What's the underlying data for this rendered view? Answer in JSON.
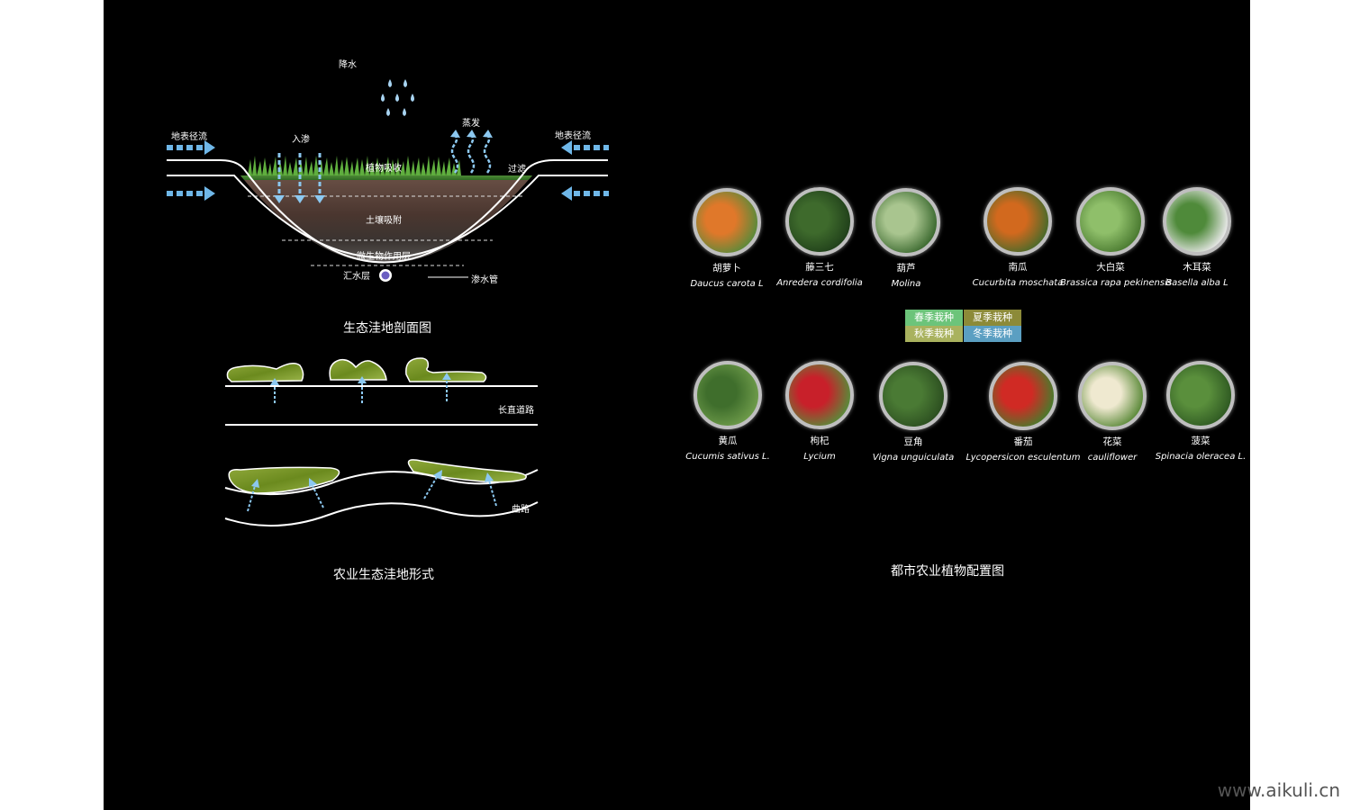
{
  "section_diagram": {
    "rain": "降水",
    "surface_runoff_left": "地表径流",
    "surface_runoff_right": "地表径流",
    "infiltration": "入渗",
    "evaporation": "蒸发",
    "plant_absorption": "植物吸收",
    "filtration": "过滤",
    "soil_adsorption": "土壤吸附",
    "microbial_layer": "微生物作用层",
    "catchment_layer": "汇水层",
    "seepage_pipe": "渗水管",
    "title": "生态洼地剖面图"
  },
  "forms_diagram": {
    "straight_road": "长直道路",
    "curved_road": "曲路",
    "title": "农业生态洼地形式"
  },
  "plant_config": {
    "title": "都市农业植物配置图",
    "seasons": [
      {
        "label": "春季栽种",
        "color": "#6cc47a"
      },
      {
        "label": "夏季栽种",
        "color": "#8c8a38"
      },
      {
        "label": "秋季栽种",
        "color": "#a9b25e"
      },
      {
        "label": "冬季栽种",
        "color": "#5b9fc2"
      }
    ],
    "row1": [
      {
        "cn": "胡萝卜",
        "latin": "Daucus carota L",
        "colors": [
          "#e0782a",
          "#5b8a3a"
        ]
      },
      {
        "cn": "藤三七",
        "latin": "Anredera cordifolia",
        "colors": [
          "#3e6a2c",
          "#20401a"
        ]
      },
      {
        "cn": "葫芦",
        "latin": "Molina",
        "colors": [
          "#a9c58f",
          "#3c6a30"
        ]
      },
      {
        "cn": "南瓜",
        "latin": "Cucurbita moschata",
        "colors": [
          "#d2691e",
          "#4a6a2a"
        ]
      },
      {
        "cn": "大白菜",
        "latin": "Brassica rapa pekinensis",
        "colors": [
          "#8fbf6a",
          "#4a7a30"
        ]
      },
      {
        "cn": "木耳菜",
        "latin": "Basella alba L",
        "colors": [
          "#4f8a3a",
          "#e8e8e8"
        ]
      }
    ],
    "row2": [
      {
        "cn": "黄瓜",
        "latin": "Cucumis sativus L.",
        "colors": [
          "#3f6e2c",
          "#6e9b4a"
        ]
      },
      {
        "cn": "枸杞",
        "latin": "Lycium",
        "colors": [
          "#c8202a",
          "#5a8a3a"
        ]
      },
      {
        "cn": "豆角",
        "latin": "Vigna unguiculata",
        "colors": [
          "#4a7a34",
          "#2c4f20"
        ]
      },
      {
        "cn": "番茄",
        "latin": "Lycopersicon esculentum",
        "colors": [
          "#d02a24",
          "#4a7a2c"
        ]
      },
      {
        "cn": "花菜",
        "latin": "cauliflower",
        "colors": [
          "#efe9d0",
          "#5c8a3a"
        ]
      },
      {
        "cn": "菠菜",
        "latin": "Spinacia oleracea L.",
        "colors": [
          "#5a8f3c",
          "#2f5a22"
        ]
      }
    ]
  },
  "watermark": "www.aikuli.cn"
}
